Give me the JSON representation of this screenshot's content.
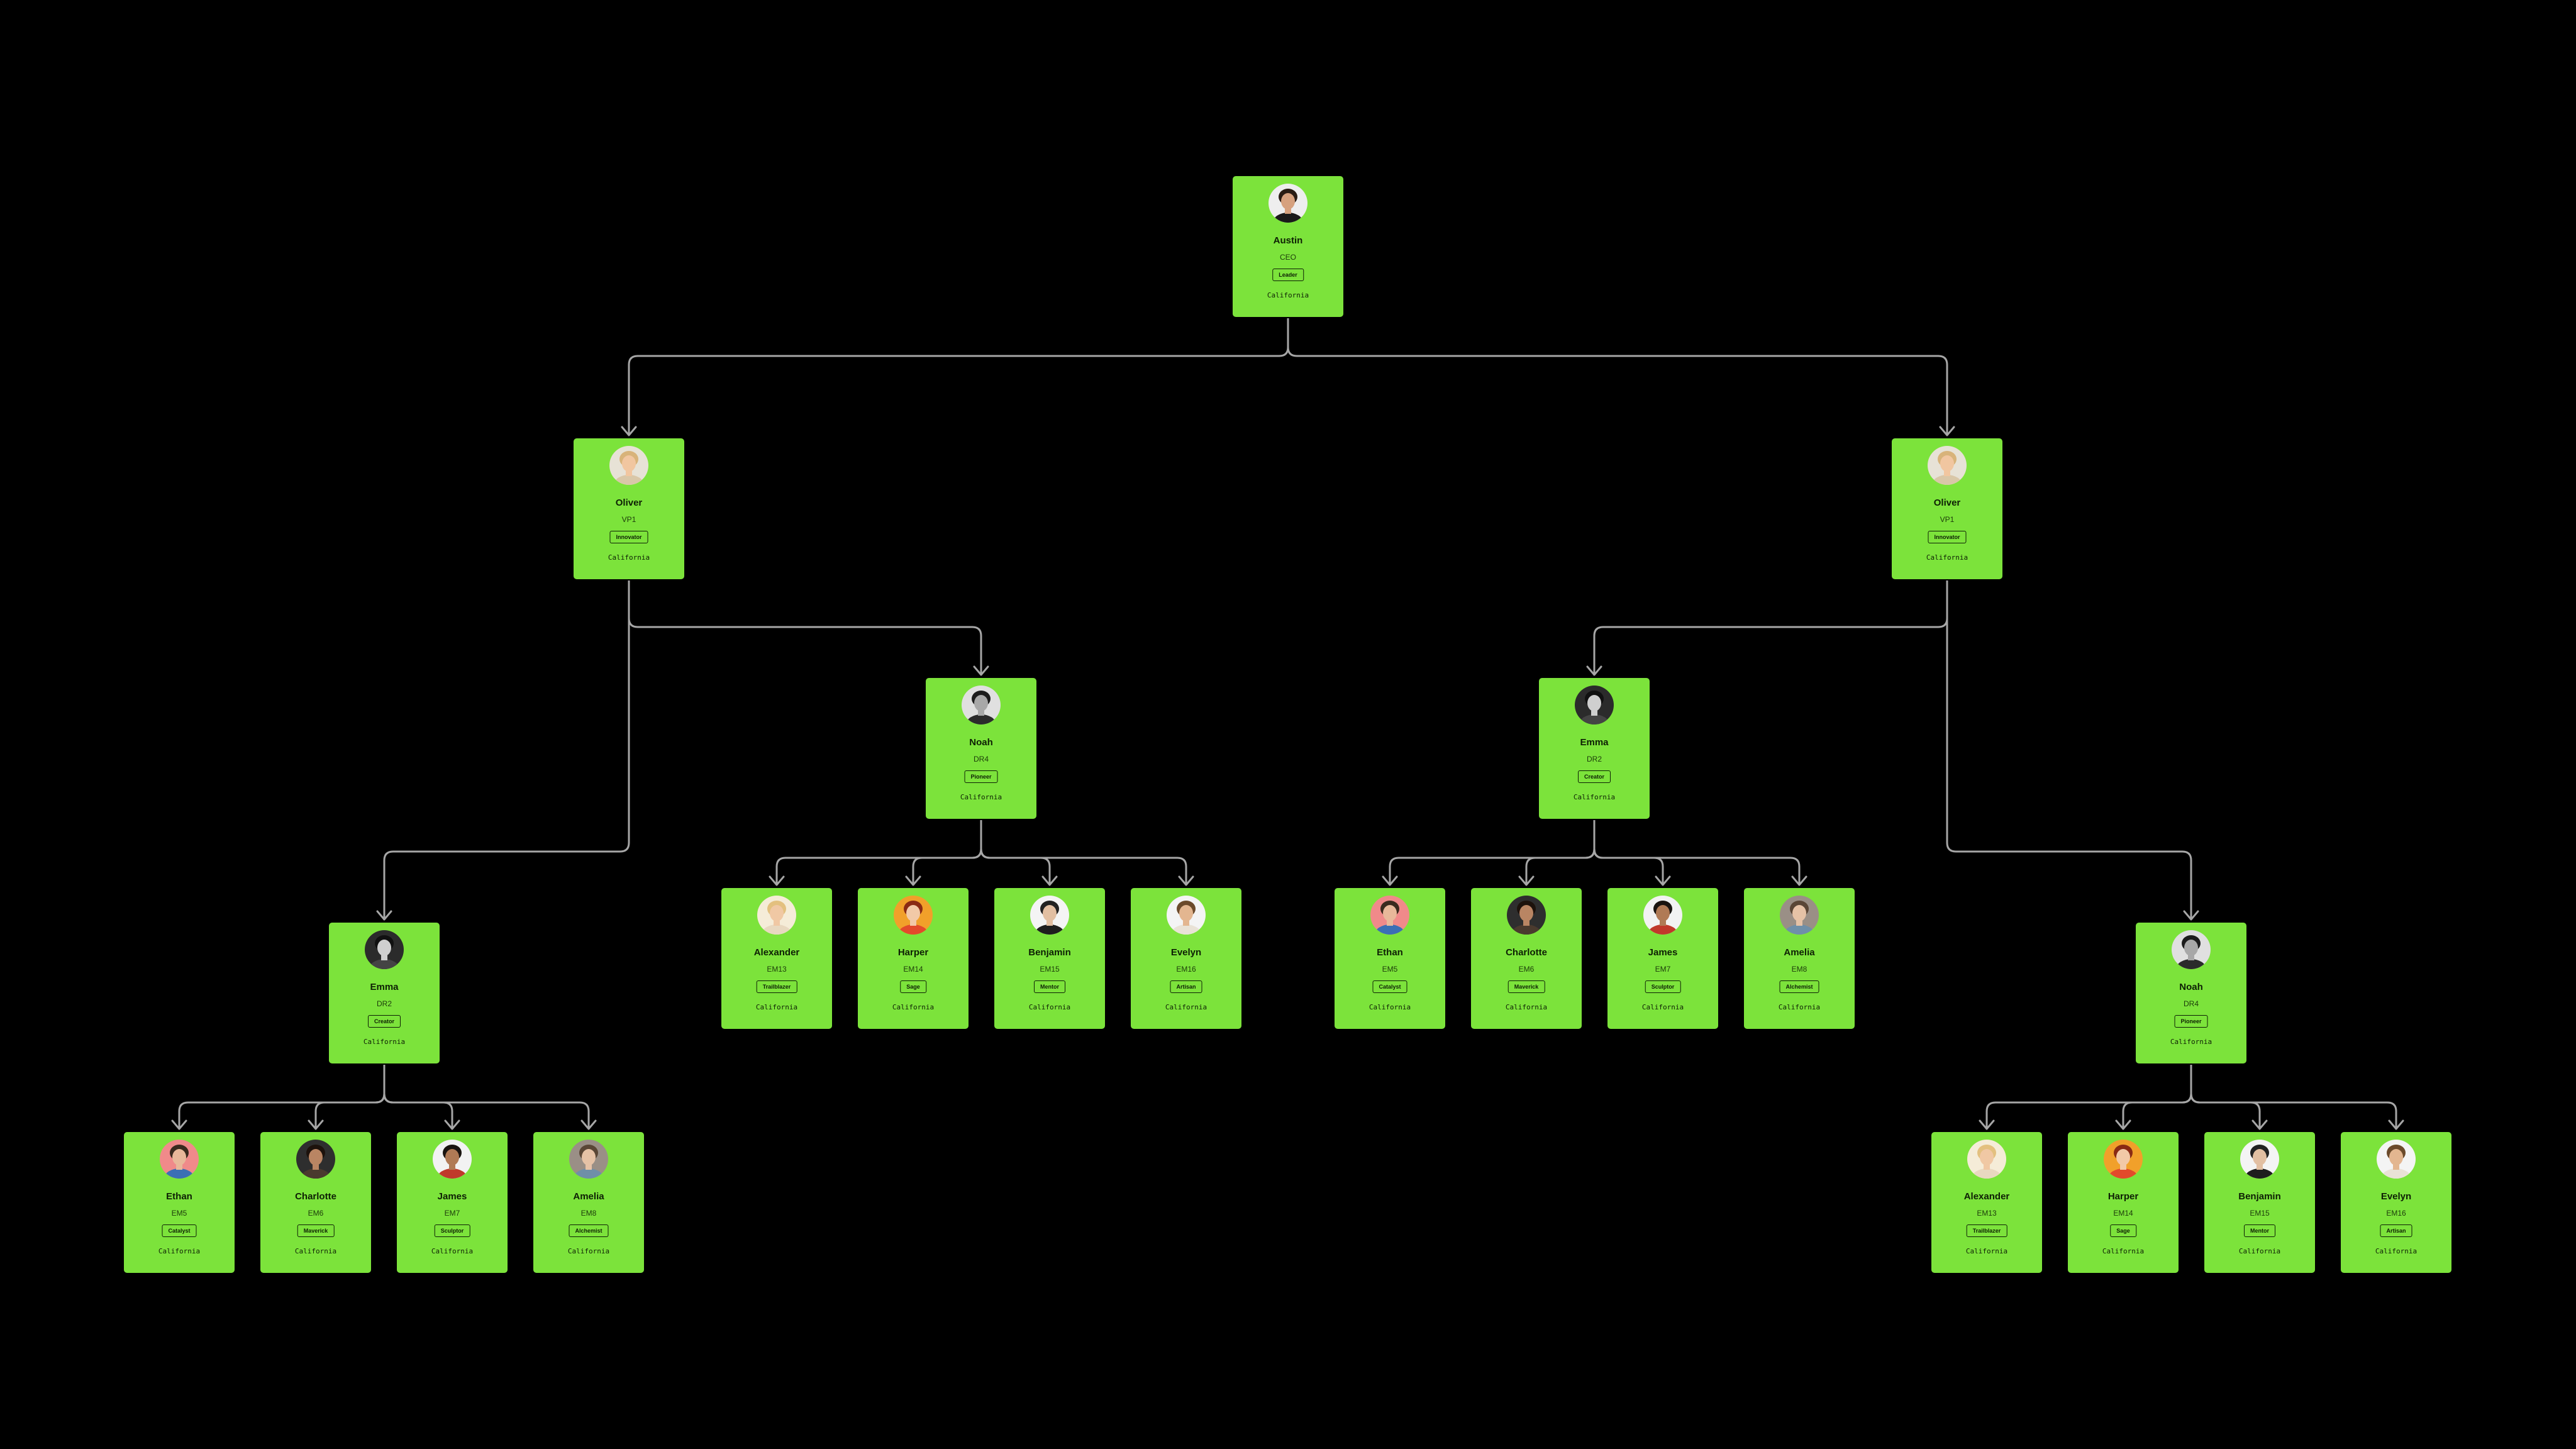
{
  "colors": {
    "background": "#000000",
    "card": "#7ce33b",
    "card_text": "#0d1f04",
    "connector": "#a6a6a6"
  },
  "nodes": [
    {
      "id": "austin",
      "parent": null,
      "name": "Austin",
      "role": "CEO",
      "badge": "Leader",
      "location": "California",
      "avatar": {
        "bg": "#eeeeee",
        "skin": "#d6a17e",
        "hair": "#2a1d14",
        "shirt": "#1a1a1a"
      }
    },
    {
      "id": "oliver-l",
      "parent": "austin",
      "name": "Oliver",
      "role": "VP1",
      "badge": "Innovator",
      "location": "California",
      "avatar": {
        "bg": "#e7e2d6",
        "skin": "#f1c6a0",
        "hair": "#d8b37a",
        "shirt": "#d9c7a8"
      }
    },
    {
      "id": "oliver-r",
      "parent": "austin",
      "name": "Oliver",
      "role": "VP1",
      "badge": "Innovator",
      "location": "California",
      "avatar": {
        "bg": "#e7e2d6",
        "skin": "#f1c6a0",
        "hair": "#d8b37a",
        "shirt": "#d9c7a8"
      }
    },
    {
      "id": "emma-l",
      "parent": "oliver-l",
      "name": "Emma",
      "role": "DR2",
      "badge": "Creator",
      "location": "California",
      "avatar": {
        "bg": "#2b2b2b",
        "skin": "#cfcfcf",
        "hair": "#111111",
        "shirt": "#444444"
      }
    },
    {
      "id": "noah-l",
      "parent": "oliver-l",
      "name": "Noah",
      "role": "DR4",
      "badge": "Pioneer",
      "location": "California",
      "avatar": {
        "bg": "#e0e0e0",
        "skin": "#a8a8a8",
        "hair": "#1c1c1c",
        "shirt": "#2b2b2b"
      }
    },
    {
      "id": "emma-r",
      "parent": "oliver-r",
      "name": "Emma",
      "role": "DR2",
      "badge": "Creator",
      "location": "California",
      "avatar": {
        "bg": "#2b2b2b",
        "skin": "#cfcfcf",
        "hair": "#111111",
        "shirt": "#444444"
      }
    },
    {
      "id": "noah-r",
      "parent": "oliver-r",
      "name": "Noah",
      "role": "DR4",
      "badge": "Pioneer",
      "location": "California",
      "avatar": {
        "bg": "#e0e0e0",
        "skin": "#a8a8a8",
        "hair": "#1c1c1c",
        "shirt": "#2b2b2b"
      }
    },
    {
      "id": "ethan-l",
      "parent": "emma-l",
      "name": "Ethan",
      "role": "EM5",
      "badge": "Catalyst",
      "location": "California",
      "avatar": {
        "bg": "#f08a8a",
        "skin": "#e8b89a",
        "hair": "#3a2a1e",
        "shirt": "#3b6fb5"
      }
    },
    {
      "id": "charlotte-l",
      "parent": "emma-l",
      "name": "Charlotte",
      "role": "EM6",
      "badge": "Maverick",
      "location": "California",
      "avatar": {
        "bg": "#2e2e2e",
        "skin": "#b98563",
        "hair": "#1d120c",
        "shirt": "#4a3a2e"
      }
    },
    {
      "id": "james-l",
      "parent": "emma-l",
      "name": "James",
      "role": "EM7",
      "badge": "Sculptor",
      "location": "California",
      "avatar": {
        "bg": "#f2f2f2",
        "skin": "#b07a55",
        "hair": "#1a1410",
        "shirt": "#c0392b"
      }
    },
    {
      "id": "amelia-l",
      "parent": "emma-l",
      "name": "Amelia",
      "role": "EM8",
      "badge": "Alchemist",
      "location": "California",
      "avatar": {
        "bg": "#9a8f86",
        "skin": "#e6c2a6",
        "hair": "#5a4636",
        "shirt": "#6f8fa8"
      }
    },
    {
      "id": "alexander-l",
      "parent": "noah-l",
      "name": "Alexander",
      "role": "EM13",
      "badge": "Trailblazer",
      "location": "California",
      "avatar": {
        "bg": "#f5ecd8",
        "skin": "#f0c8a4",
        "hair": "#e3c07f",
        "shirt": "#e8d8c0"
      }
    },
    {
      "id": "harper-l",
      "parent": "noah-l",
      "name": "Harper",
      "role": "EM14",
      "badge": "Sage",
      "location": "California",
      "avatar": {
        "bg": "#f1a02a",
        "skin": "#f2c9a7",
        "hair": "#8a2a14",
        "shirt": "#e24a2b"
      }
    },
    {
      "id": "benjamin-l",
      "parent": "noah-l",
      "name": "Benjamin",
      "role": "EM15",
      "badge": "Mentor",
      "location": "California",
      "avatar": {
        "bg": "#f4f4f4",
        "skin": "#e2bfa2",
        "hair": "#222222",
        "shirt": "#1e1e1e"
      }
    },
    {
      "id": "evelyn-l",
      "parent": "noah-l",
      "name": "Evelyn",
      "role": "EM16",
      "badge": "Artisan",
      "location": "California",
      "avatar": {
        "bg": "#f4f4f4",
        "skin": "#e3b690",
        "hair": "#6b4a2b",
        "shirt": "#e9e2d6"
      }
    },
    {
      "id": "ethan-r",
      "parent": "emma-r",
      "name": "Ethan",
      "role": "EM5",
      "badge": "Catalyst",
      "location": "California",
      "avatar": {
        "bg": "#f08a8a",
        "skin": "#e8b89a",
        "hair": "#3a2a1e",
        "shirt": "#3b6fb5"
      }
    },
    {
      "id": "charlotte-r",
      "parent": "emma-r",
      "name": "Charlotte",
      "role": "EM6",
      "badge": "Maverick",
      "location": "California",
      "avatar": {
        "bg": "#2e2e2e",
        "skin": "#b98563",
        "hair": "#1d120c",
        "shirt": "#4a3a2e"
      }
    },
    {
      "id": "james-r",
      "parent": "emma-r",
      "name": "James",
      "role": "EM7",
      "badge": "Sculptor",
      "location": "California",
      "avatar": {
        "bg": "#f2f2f2",
        "skin": "#b07a55",
        "hair": "#1a1410",
        "shirt": "#c0392b"
      }
    },
    {
      "id": "amelia-r",
      "parent": "emma-r",
      "name": "Amelia",
      "role": "EM8",
      "badge": "Alchemist",
      "location": "California",
      "avatar": {
        "bg": "#9a8f86",
        "skin": "#e6c2a6",
        "hair": "#5a4636",
        "shirt": "#6f8fa8"
      }
    },
    {
      "id": "alexander-r",
      "parent": "noah-r",
      "name": "Alexander",
      "role": "EM13",
      "badge": "Trailblazer",
      "location": "California",
      "avatar": {
        "bg": "#f5ecd8",
        "skin": "#f0c8a4",
        "hair": "#e3c07f",
        "shirt": "#e8d8c0"
      }
    },
    {
      "id": "harper-r",
      "parent": "noah-r",
      "name": "Harper",
      "role": "EM14",
      "badge": "Sage",
      "location": "California",
      "avatar": {
        "bg": "#f1a02a",
        "skin": "#f2c9a7",
        "hair": "#8a2a14",
        "shirt": "#e24a2b"
      }
    },
    {
      "id": "benjamin-r",
      "parent": "noah-r",
      "name": "Benjamin",
      "role": "EM15",
      "badge": "Mentor",
      "location": "California",
      "avatar": {
        "bg": "#f4f4f4",
        "skin": "#e2bfa2",
        "hair": "#222222",
        "shirt": "#1e1e1e"
      }
    },
    {
      "id": "evelyn-r",
      "parent": "noah-r",
      "name": "Evelyn",
      "role": "EM16",
      "badge": "Artisan",
      "location": "California",
      "avatar": {
        "bg": "#f4f4f4",
        "skin": "#e3b690",
        "hair": "#6b4a2b",
        "shirt": "#e9e2d6"
      }
    }
  ]
}
